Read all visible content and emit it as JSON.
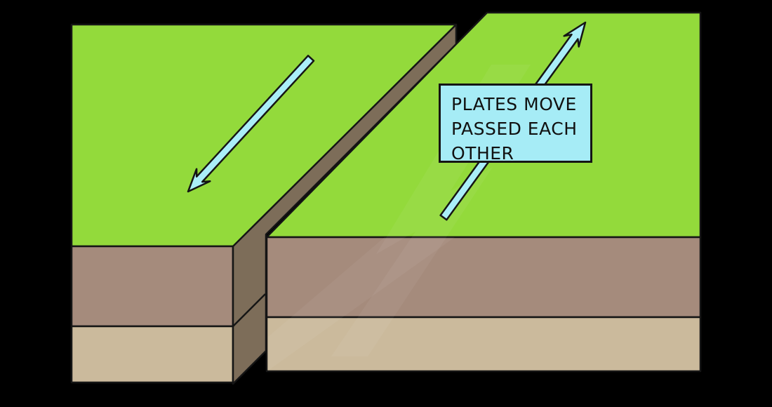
{
  "label_box": {
    "line1": "PLATES MOVE",
    "line2": "PASSED EACH",
    "line3": "OTHER"
  },
  "colors": {
    "background": "#000000",
    "grass-green": "#93da3b",
    "soil-brown": "#a58b7c",
    "rock-tan": "#cbba9c",
    "fault-dark-brown": "#7d6d59",
    "arrow-cyan": "#aaeef8",
    "label-box-cyan": "#a6ecf6",
    "outline-black": "#151515",
    "label-text": "#111111"
  }
}
